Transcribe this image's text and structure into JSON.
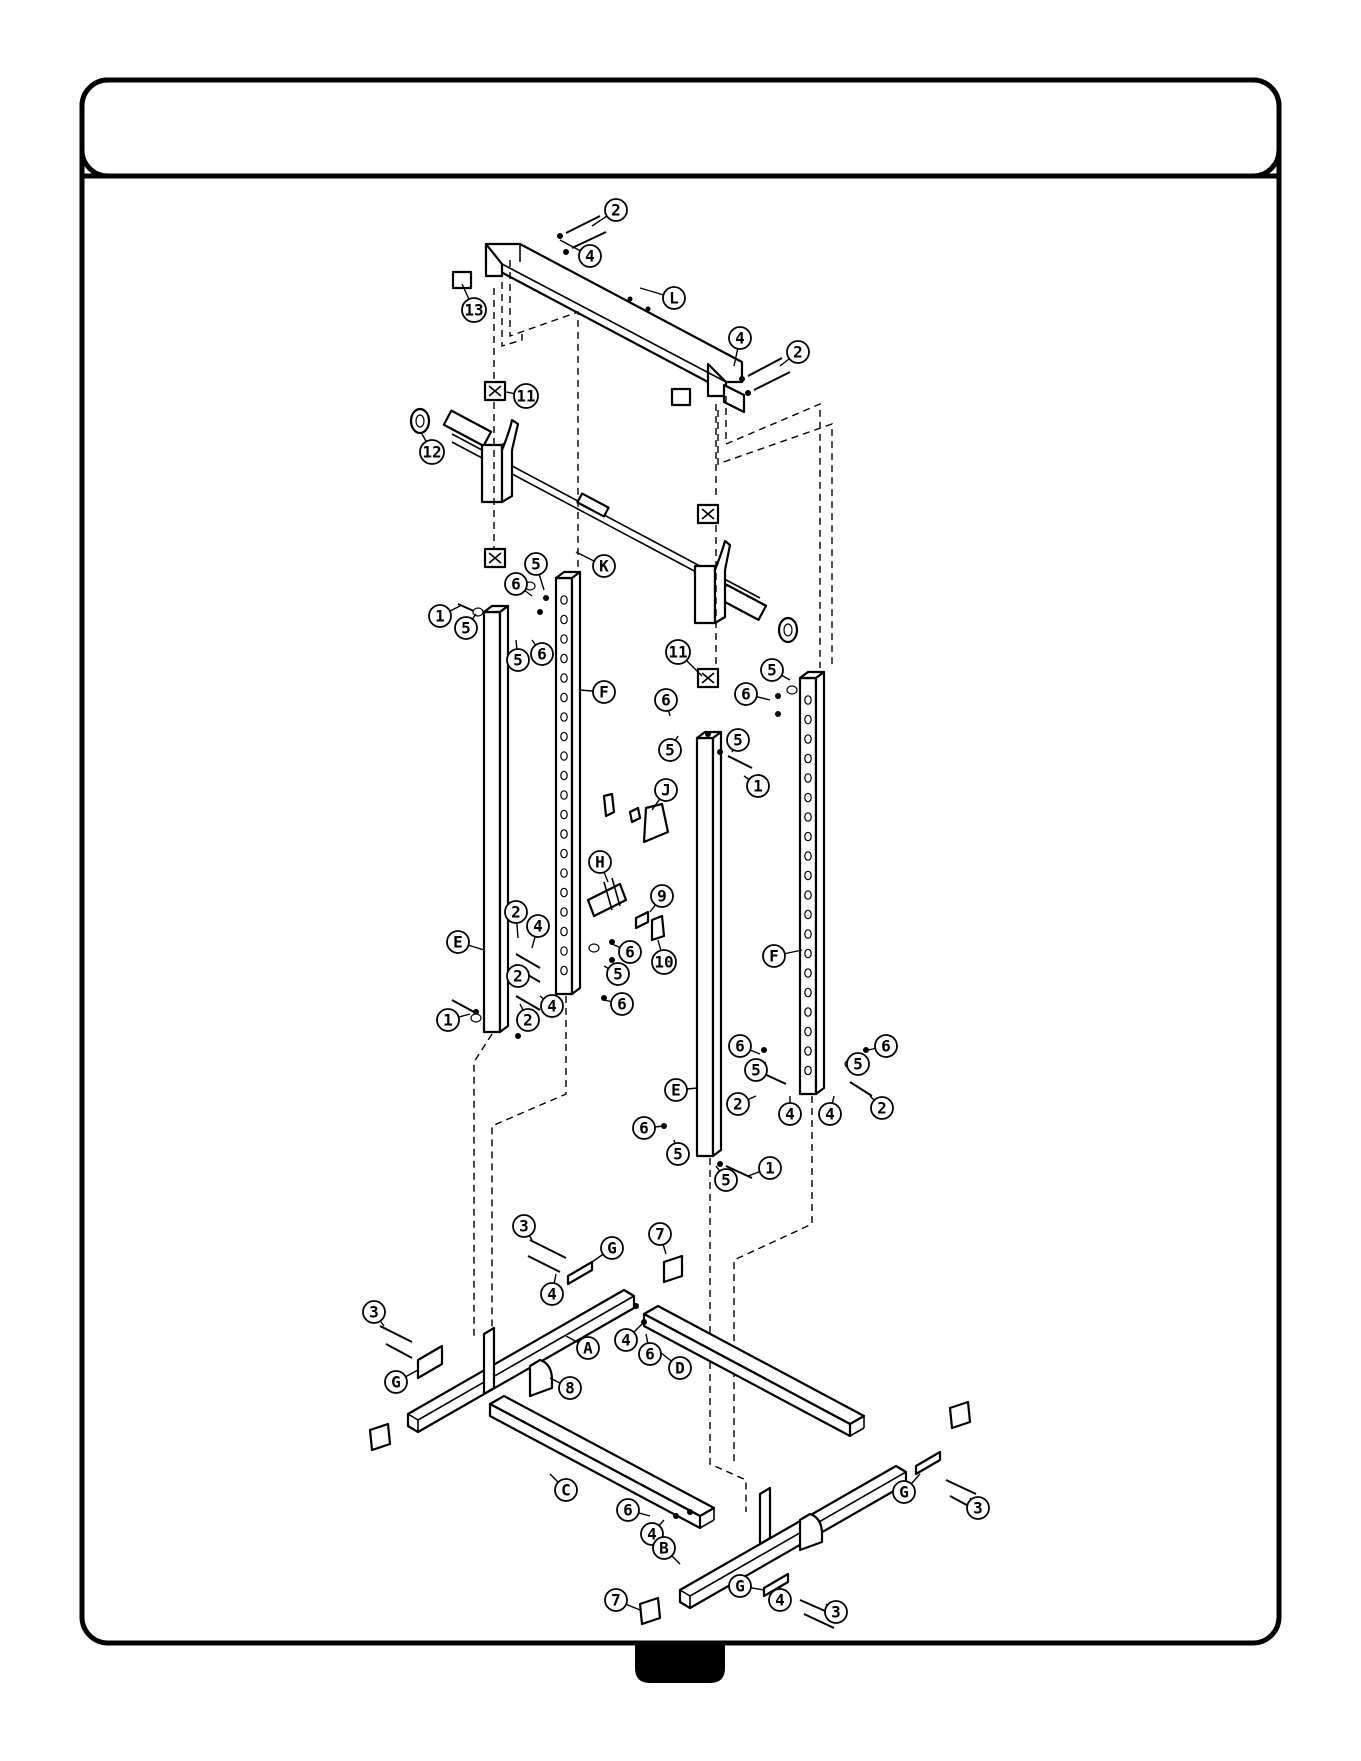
{
  "callouts": [
    {
      "label": "2"
    },
    {
      "label": "4"
    },
    {
      "label": "L"
    },
    {
      "label": "13"
    },
    {
      "label": "4"
    },
    {
      "label": "2"
    },
    {
      "label": "11"
    },
    {
      "label": "12"
    },
    {
      "label": "K"
    },
    {
      "label": "5"
    },
    {
      "label": "6"
    },
    {
      "label": "1"
    },
    {
      "label": "5"
    },
    {
      "label": "5"
    },
    {
      "label": "6"
    },
    {
      "label": "F"
    },
    {
      "label": "11"
    },
    {
      "label": "5"
    },
    {
      "label": "6"
    },
    {
      "label": "6"
    },
    {
      "label": "5"
    },
    {
      "label": "5"
    },
    {
      "label": "1"
    },
    {
      "label": "J"
    },
    {
      "label": "H"
    },
    {
      "label": "9"
    },
    {
      "label": "10"
    },
    {
      "label": "E"
    },
    {
      "label": "2"
    },
    {
      "label": "4"
    },
    {
      "label": "6"
    },
    {
      "label": "5"
    },
    {
      "label": "2"
    },
    {
      "label": "6"
    },
    {
      "label": "4"
    },
    {
      "label": "2"
    },
    {
      "label": "1"
    },
    {
      "label": "F"
    },
    {
      "label": "6"
    },
    {
      "label": "6"
    },
    {
      "label": "5"
    },
    {
      "label": "5"
    },
    {
      "label": "2"
    },
    {
      "label": "4"
    },
    {
      "label": "4"
    },
    {
      "label": "2"
    },
    {
      "label": "E"
    },
    {
      "label": "6"
    },
    {
      "label": "5"
    },
    {
      "label": "5"
    },
    {
      "label": "1"
    },
    {
      "label": "3"
    },
    {
      "label": "G"
    },
    {
      "label": "7"
    },
    {
      "label": "4"
    },
    {
      "label": "3"
    },
    {
      "label": "A"
    },
    {
      "label": "4"
    },
    {
      "label": "6"
    },
    {
      "label": "D"
    },
    {
      "label": "G"
    },
    {
      "label": "8"
    },
    {
      "label": "C"
    },
    {
      "label": "G"
    },
    {
      "label": "3"
    },
    {
      "label": "6"
    },
    {
      "label": "4"
    },
    {
      "label": "B"
    },
    {
      "label": "G"
    },
    {
      "label": "7"
    },
    {
      "label": "4"
    },
    {
      "label": "3"
    }
  ]
}
